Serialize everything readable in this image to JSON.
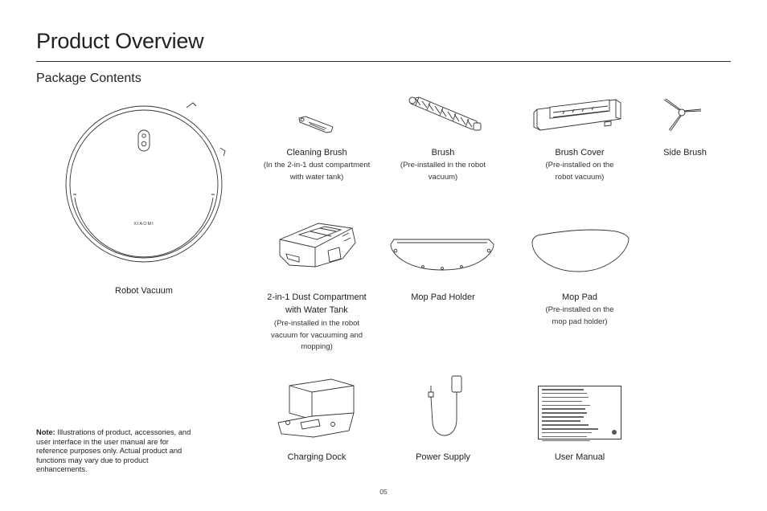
{
  "page": {
    "title": "Product Overview",
    "section": "Package Contents",
    "page_number": "05"
  },
  "items": {
    "robot_vacuum": {
      "label": "Robot Vacuum",
      "logo": "XIAOMI"
    },
    "cleaning_brush": {
      "label": "Cleaning Brush",
      "sub1": "(In the 2-in-1 dust compartment",
      "sub2": "with water tank)"
    },
    "brush": {
      "label": "Brush",
      "sub1": "(Pre-installed in the robot",
      "sub2": "vacuum)"
    },
    "brush_cover": {
      "label": "Brush Cover",
      "sub1": "(Pre-installed on the",
      "sub2": "robot vacuum)"
    },
    "side_brush": {
      "label": "Side Brush"
    },
    "dust_compartment": {
      "label1": "2-in-1 Dust Compartment",
      "label2": "with Water Tank",
      "sub1": "(Pre-installed in the robot",
      "sub2": "vacuum for vacuuming and",
      "sub3": "mopping)"
    },
    "mop_pad_holder": {
      "label": "Mop Pad Holder"
    },
    "mop_pad": {
      "label": "Mop Pad",
      "sub1": "(Pre-installed on the",
      "sub2": "mop pad holder)"
    },
    "charging_dock": {
      "label": "Charging Dock"
    },
    "power_supply": {
      "label": "Power Supply"
    },
    "user_manual": {
      "label": "User Manual"
    }
  },
  "note": {
    "prefix": "Note:",
    "text": "Illustrations of product, accessories, and user interface in the user manual are for reference purposes only. Actual product and functions may vary due to product enhancements."
  }
}
